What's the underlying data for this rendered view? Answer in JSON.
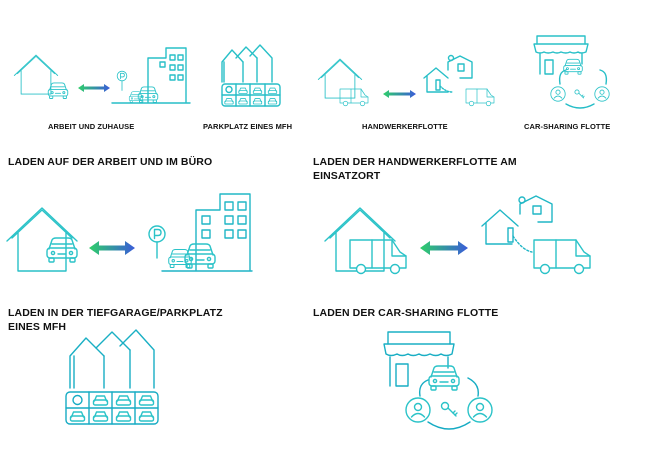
{
  "colors": {
    "teal": "#1fb6c6",
    "blue": "#3a5bd9",
    "green": "#2fcf6a"
  },
  "captions": [
    "ARBEIT UND ZUHAUSE",
    "PARKPLATZ EINES MFH",
    "HANDWERKERFLOTTE",
    "CAR-SHARING FLOTTE"
  ],
  "sections": [
    {
      "title_lines": [
        "LADEN AUF DER ARBEIT UND IM BÜRO"
      ]
    },
    {
      "title_lines": [
        "LADEN DER HANDWERKERFLOTTE AM",
        "EINSATZORT"
      ]
    },
    {
      "title_lines": [
        "LADEN IN DER TIEFGARAGE/PARKPLATZ",
        "EINES MFH"
      ]
    },
    {
      "title_lines": [
        "LADEN DER CAR-SHARING FLOTTE"
      ]
    }
  ],
  "icons": [
    "house-icon",
    "car-icon",
    "office-building-icon",
    "parking-sign-icon",
    "double-arrow-icon",
    "apartment-houses-icon",
    "van-icon",
    "charging-station-icon",
    "shop-icon",
    "user-icon",
    "key-icon"
  ]
}
